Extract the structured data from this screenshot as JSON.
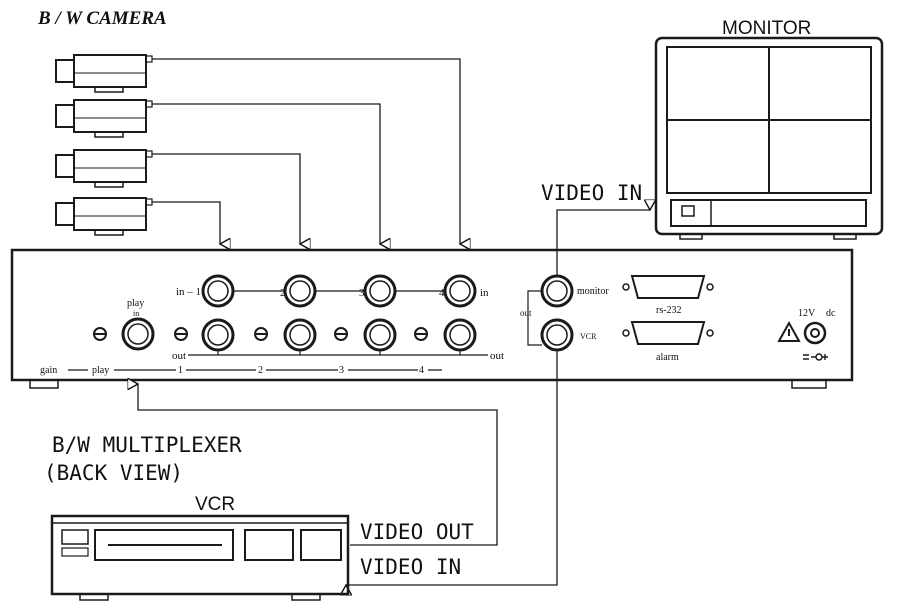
{
  "labels": {
    "camera_title": "B / W CAMERA",
    "monitor_title": "MONITOR",
    "video_in_monitor": "VIDEO IN",
    "multiplexer_title_1": "B/W MULTIPLEXER",
    "multiplexer_title_2": "(BACK VIEW)",
    "vcr_title": "VCR",
    "video_out_vcr": "VIDEO OUT",
    "video_in_vcr": "VIDEO IN"
  },
  "panel": {
    "in_1": "in – 1",
    "in_2": "2",
    "in_3": "3",
    "in_4": "4",
    "in_label": "in",
    "out_left": "out",
    "out_right": "out",
    "play_top": "play",
    "play_in": "in",
    "gain": "gain",
    "play": "play",
    "ch1": "1",
    "ch2": "2",
    "ch3": "3",
    "ch4": "4",
    "monitor": "monitor",
    "out_vcr": "out",
    "vcr": "VCR",
    "rs232": "rs-232",
    "alarm": "alarm",
    "power_12v": "12V",
    "power_dc": "dc"
  }
}
